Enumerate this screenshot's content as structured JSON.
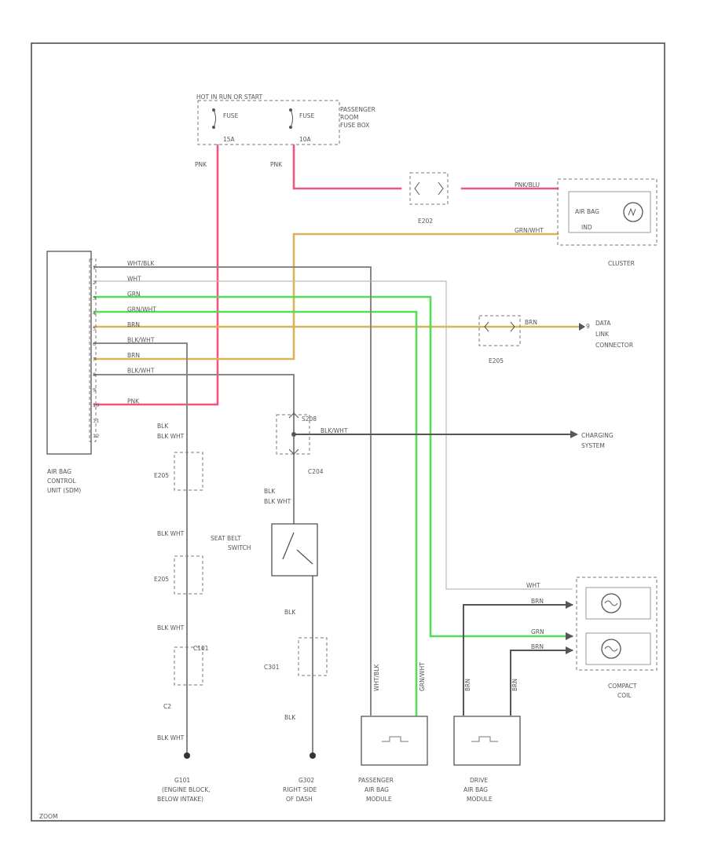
{
  "colors": {
    "pink": "#f2557a",
    "green": "#55dd55",
    "tan": "#d9b25a",
    "gray": "#888888",
    "dark": "#555555",
    "light": "#bbbbbb"
  },
  "top": {
    "fuse_header": "HOT IN RUN OR START",
    "fuse_a": "FUSE",
    "fuse_a_rating": "15A",
    "fuse_b": "FUSE",
    "fuse_b_rating": "10A",
    "fuse_box": [
      "PASSENGER",
      "ROOM",
      "FUSE BOX"
    ],
    "wire_a": "PNK",
    "wire_b": "PNK"
  },
  "e202": {
    "label": "E202",
    "wire": "PNK/BLU"
  },
  "cluster": {
    "label": "CLUSTER",
    "lamp": [
      "AIR BAG",
      "IND"
    ],
    "wire": "GRN/WHT"
  },
  "acu": {
    "label": [
      "AIR BAG",
      "CONTROL",
      "UNIT (SDM)"
    ],
    "pins": [
      "1",
      "2",
      "3",
      "4",
      "5",
      "6",
      "7",
      "8",
      "9",
      "10",
      "11",
      "12"
    ],
    "wires": [
      "WHT/BLK",
      "WHT",
      "GRN",
      "GRN/WHT",
      "BRN",
      "BLK/WHT",
      "BRN",
      "BLK/WHT",
      "",
      "PNK",
      "",
      ""
    ]
  },
  "dlc": {
    "label": [
      "DATA",
      "LINK",
      "CONNECTOR"
    ],
    "wire": "BRN",
    "connector": "E205",
    "pin": "9"
  },
  "charging": {
    "label": [
      "CHARGING",
      "SYSTEM"
    ],
    "wire": "BLK/WHT",
    "splice": "S208",
    "connector": "C204"
  },
  "left_chain": {
    "wire1": "BLK WHT",
    "conn1": "E205",
    "wire2": "BLK WHT",
    "conn2": "E205",
    "wire3": "BLK WHT",
    "conn3": "C101",
    "pin_label": "C2",
    "wire4": "BLK WHT",
    "ground": [
      "G101",
      "(ENGINE BLOCK,",
      "BELOW INTAKE)"
    ]
  },
  "mid_chain": {
    "wire1": "BLK WHT",
    "switch": [
      "SEAT BELT",
      "SWITCH"
    ],
    "wire2": "BLK",
    "conn": "C301",
    "wire3": "BLK",
    "ground": [
      "G302",
      "RIGHT SIDE",
      "OF DASH"
    ]
  },
  "passenger_module": {
    "label": [
      "PASSENGER",
      "AIR BAG",
      "MODULE"
    ],
    "wire_a": "WHT/BLK",
    "wire_b": "GRN/WHT"
  },
  "driver_module": {
    "label": [
      "DRIVE",
      "AIR BAG",
      "MODULE"
    ],
    "wire_a": "BRN",
    "wire_b": "BRN"
  },
  "coil": {
    "label": [
      "COMPACT",
      "COIL"
    ],
    "wire_a": "WHT",
    "wire_b": "GRN",
    "wire_c": "BRN",
    "wire_d": "BRN"
  },
  "footer": "ZOOM"
}
